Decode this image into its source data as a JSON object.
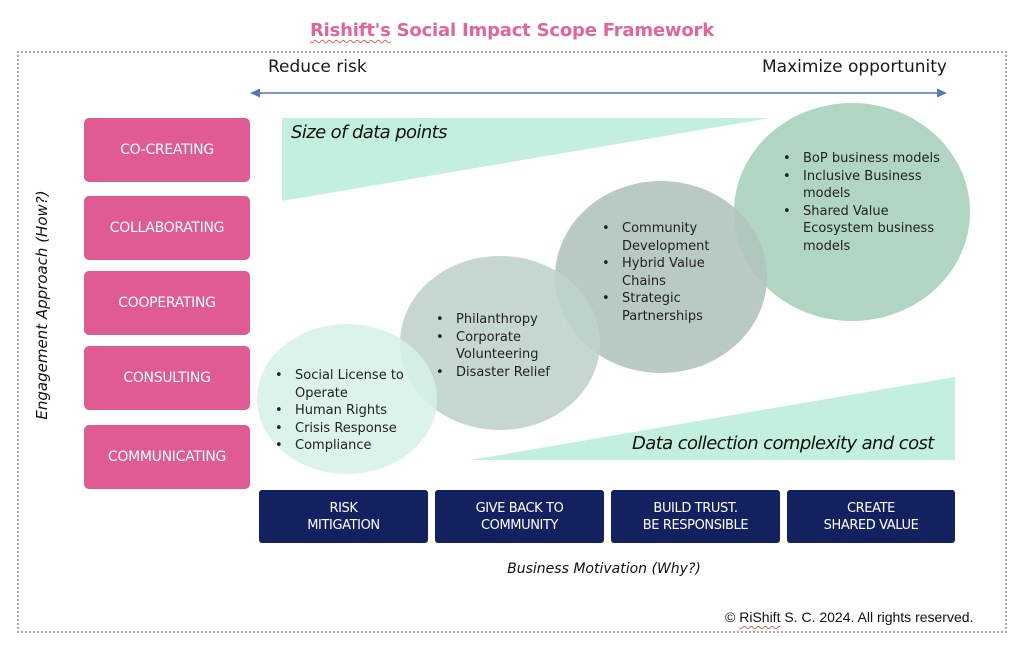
{
  "title": {
    "brand": "Rishift's",
    "rest": " Social Impact Scope Framework"
  },
  "top_axis": {
    "left_label": "Reduce risk",
    "right_label": "Maximize opportunity",
    "arrow_icon": "double-arrow-horizontal"
  },
  "y_axis_title": "Engagement Approach (How?)",
  "engagement_levels": [
    {
      "label": "CO-CREATING"
    },
    {
      "label": "COLLABORATING"
    },
    {
      "label": "COOPERATING"
    },
    {
      "label": "CONSULTING"
    },
    {
      "label": "COMMUNICATING"
    }
  ],
  "triangles": {
    "top_label": "Size of data points",
    "bottom_label": "Data collection complexity and cost"
  },
  "bubbles": [
    {
      "items": [
        "Social License to Operate",
        "Human Rights",
        "Crisis Response",
        "Compliance"
      ]
    },
    {
      "items": [
        "Philanthropy",
        "Corporate Volunteering",
        "Disaster Relief"
      ]
    },
    {
      "items": [
        "Community Development",
        "Hybrid Value Chains",
        "Strategic Partnerships"
      ]
    },
    {
      "items": [
        "BoP business models",
        "Inclusive Business models",
        "Shared Value Ecosystem business models"
      ]
    }
  ],
  "motivations": [
    {
      "label": "RISK\nMITIGATION"
    },
    {
      "label": "GIVE BACK TO\nCOMMUNITY"
    },
    {
      "label": "BUILD TRUST.\nBE RESPONSIBLE"
    },
    {
      "label": "CREATE\nSHARED VALUE"
    }
  ],
  "x_axis_title": "Business Motivation (Why?)",
  "copyright": {
    "prefix": "© ",
    "brand": "RiShift",
    "rest": " S. C. 2024. All rights reserved."
  },
  "colors": {
    "title_pink": "#E0659A",
    "engagement_pink": "#E05A93",
    "motivation_navy": "#142160",
    "triangle_mint": "#C3F0DE",
    "arrow_blue": "#5B74B8",
    "bubble_1": "#D8F2E8",
    "bubble_2": "#C2D5CC",
    "bubble_3": "#B5C6BF",
    "bubble_4": "#ADD3C0"
  }
}
